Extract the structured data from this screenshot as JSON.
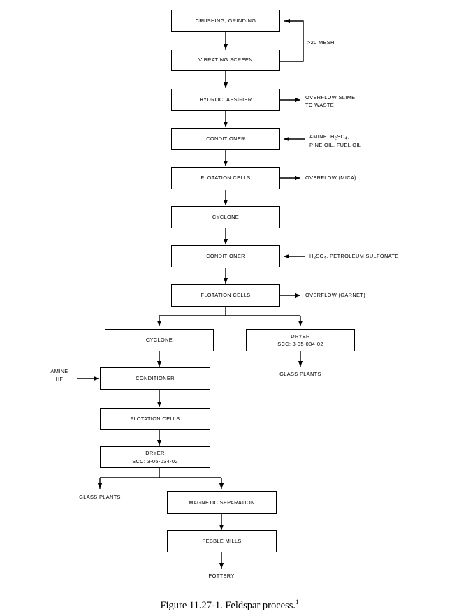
{
  "figure": {
    "caption": "Figure 11.27-1.  Feldspar process.",
    "caption_superscript": "1"
  },
  "nodes": [
    {
      "id": "crushing",
      "label": "CRUSHING, GRINDING",
      "sub": ""
    },
    {
      "id": "vibrating-screen",
      "label": "VIBRATING SCREEN",
      "sub": ""
    },
    {
      "id": "hydroclassifier",
      "label": "HYDROCLASSIFIER",
      "sub": ""
    },
    {
      "id": "conditioner-1",
      "label": "CONDITIONER",
      "sub": ""
    },
    {
      "id": "flotation-cells-1",
      "label": "FLOTATION CELLS",
      "sub": ""
    },
    {
      "id": "cyclone-1",
      "label": "CYCLONE",
      "sub": ""
    },
    {
      "id": "conditioner-2",
      "label": "CONDITIONER",
      "sub": ""
    },
    {
      "id": "flotation-cells-2",
      "label": "FLOTATION CELLS",
      "sub": ""
    },
    {
      "id": "cyclone-2",
      "label": "CYCLONE",
      "sub": ""
    },
    {
      "id": "dryer-1",
      "label": "DRYER",
      "sub": "SCC:  3-05-034-02"
    },
    {
      "id": "conditioner-3",
      "label": "CONDITIONER",
      "sub": ""
    },
    {
      "id": "flotation-cells-3",
      "label": "FLOTATION CELLS",
      "sub": ""
    },
    {
      "id": "dryer-2",
      "label": "DRYER",
      "sub": "SCC:  3-05-034-02"
    },
    {
      "id": "magnetic-separation",
      "label": "MAGNETIC SEPARATION",
      "sub": ""
    },
    {
      "id": "pebble-mills",
      "label": "PEBBLE MILLS",
      "sub": ""
    }
  ],
  "annotations": {
    "mesh": ">20 MESH",
    "overflow_slime": "OVERFLOW SLIME\nTO WASTE",
    "reagents_1_line1": "AMINE, H",
    "reagents_1_line1_sub1": "2",
    "reagents_1_line1_mid": "SO",
    "reagents_1_line1_sub2": "4",
    "reagents_1_line1_end": ",",
    "reagents_1_line2": "PINE OIL, FUEL OIL",
    "overflow_mica": "OVERFLOW (MICA)",
    "reagents_2_pre": "H",
    "reagents_2_sub1": "2",
    "reagents_2_mid": "SO",
    "reagents_2_sub2": "4",
    "reagents_2_end": ", PETROLEUM SULFONATE",
    "overflow_garnet": "OVERFLOW (GARNET)",
    "glass_plants_1": "GLASS PLANTS",
    "amine_hf": "AMINE\nHF",
    "glass_plants_2": "GLASS PLANTS",
    "pottery": "POTTERY"
  }
}
